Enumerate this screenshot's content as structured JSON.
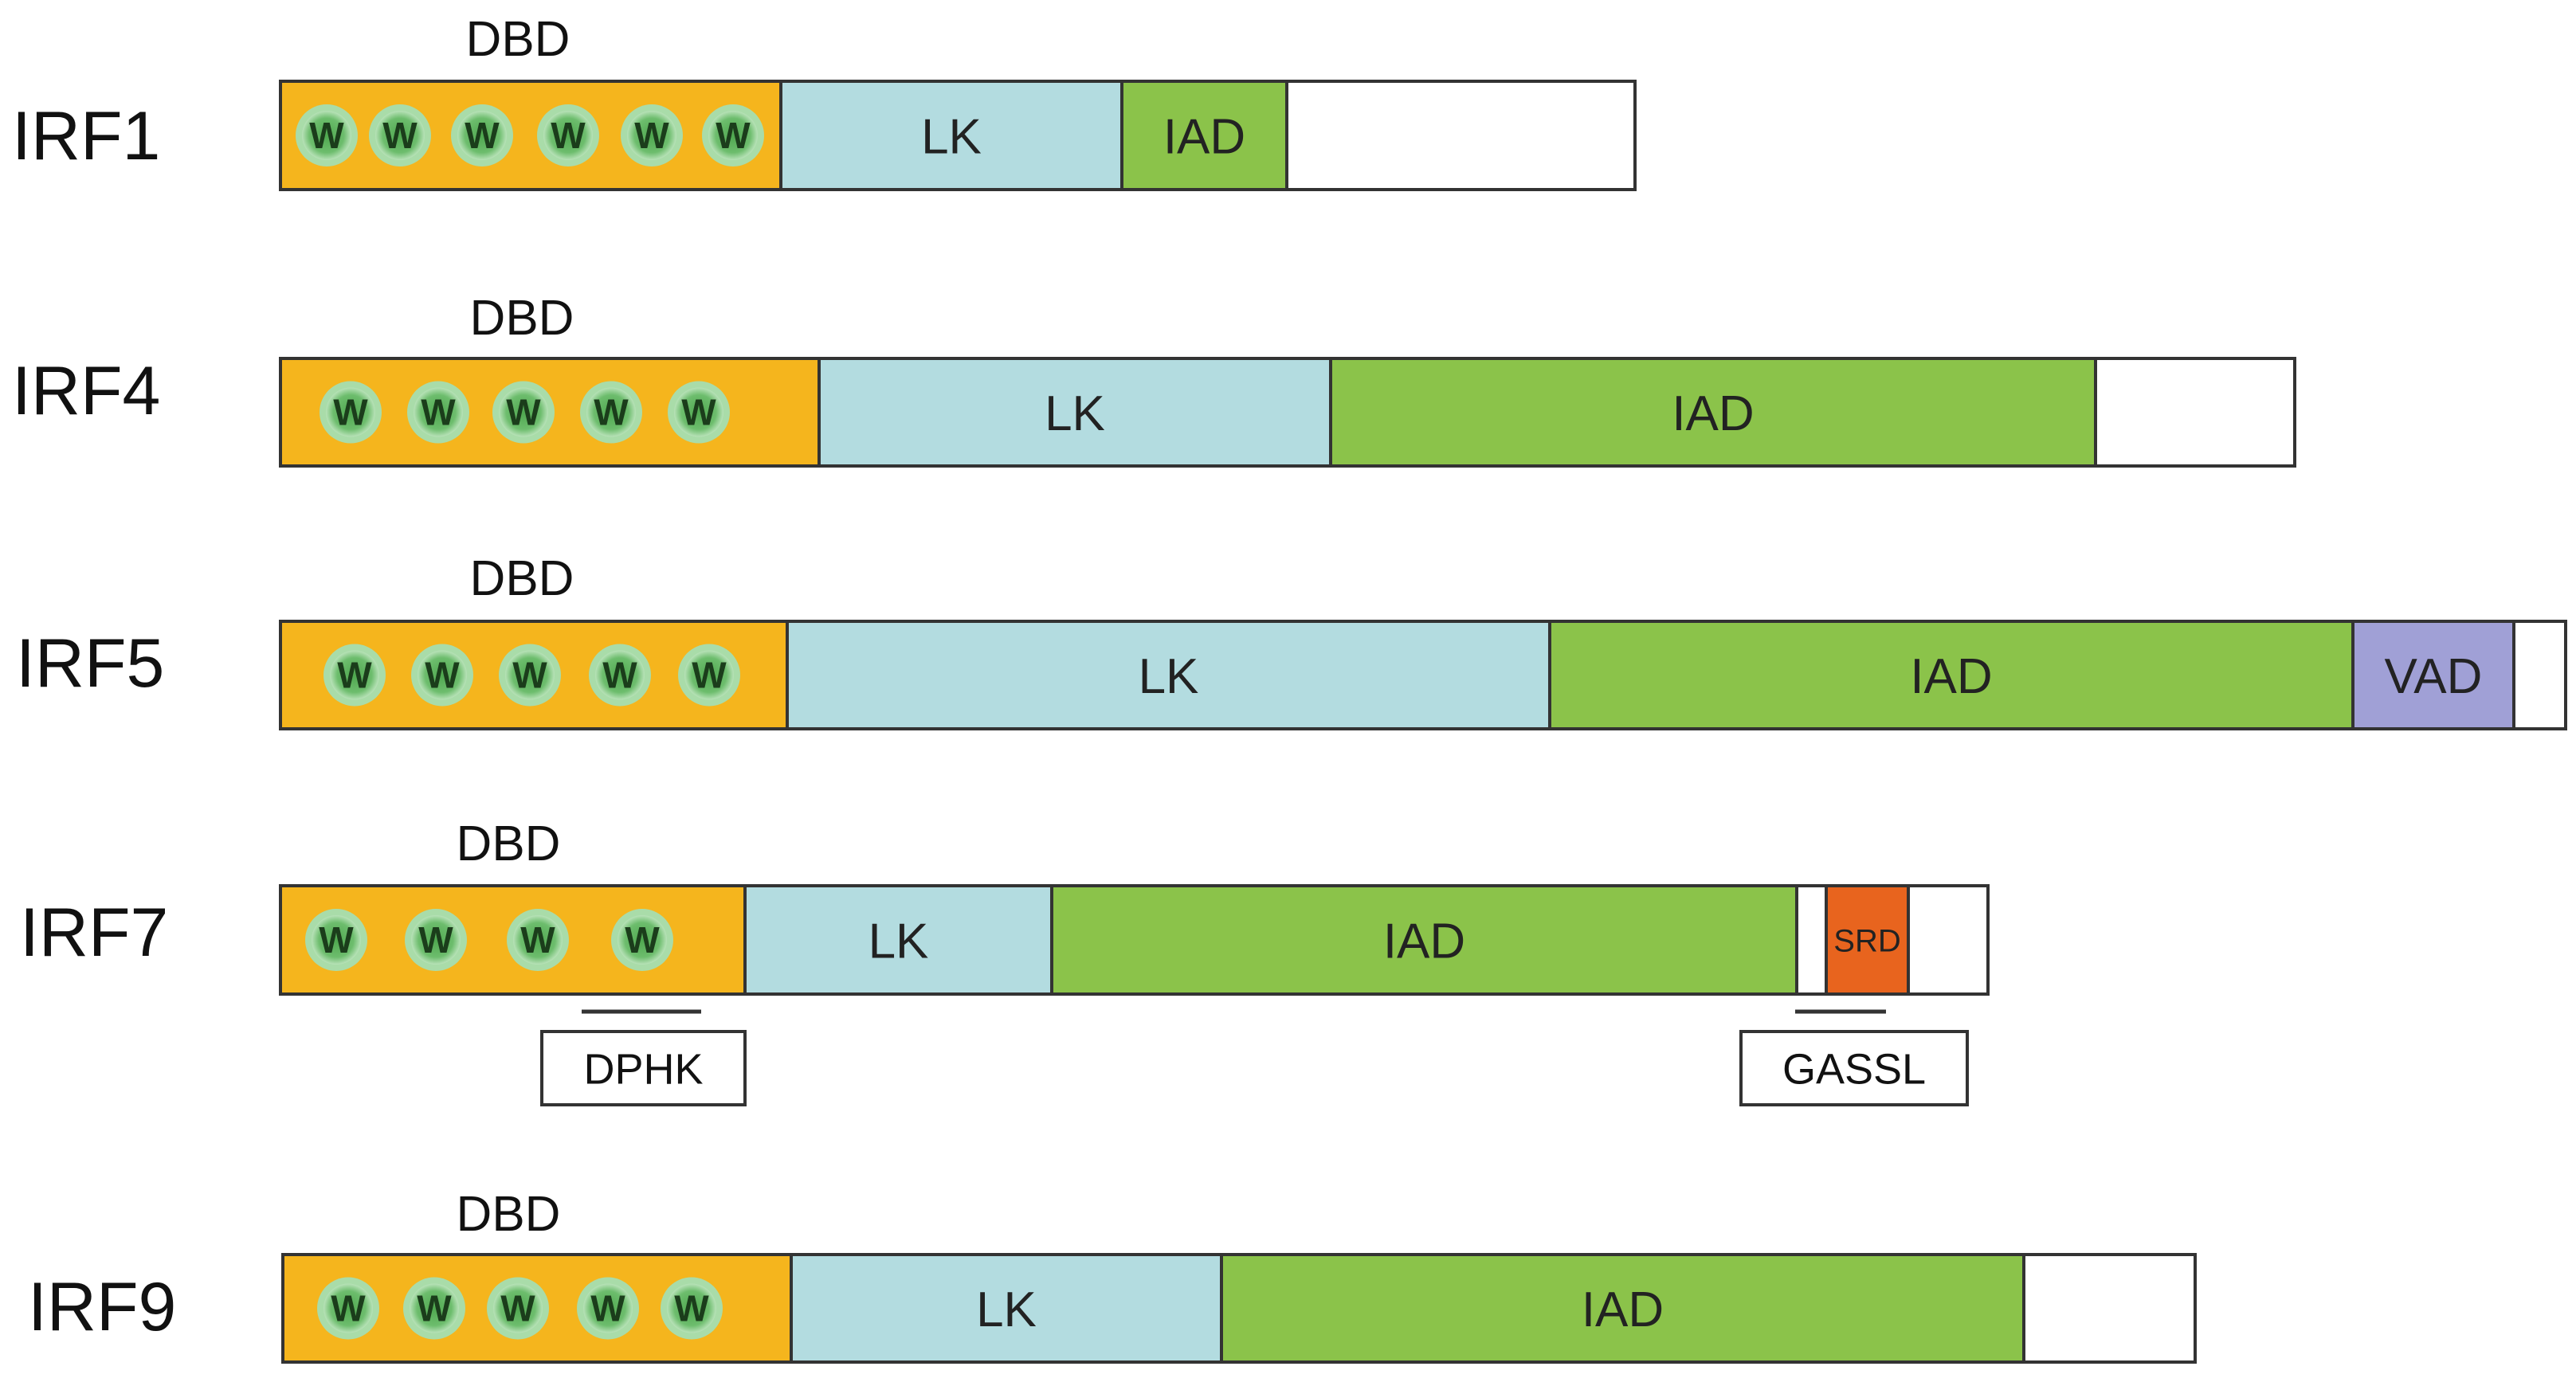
{
  "proteins": [
    {
      "name": "IRF1",
      "dbd_label": "DBD",
      "w_count": 6,
      "w_letter": "W",
      "domains": [
        {
          "type": "DBD",
          "label": ""
        },
        {
          "type": "LK",
          "label": "LK"
        },
        {
          "type": "IAD",
          "label": "IAD"
        },
        {
          "type": "tail",
          "label": ""
        }
      ]
    },
    {
      "name": "IRF4",
      "dbd_label": "DBD",
      "w_count": 5,
      "w_letter": "W",
      "domains": [
        {
          "type": "DBD",
          "label": ""
        },
        {
          "type": "LK",
          "label": "LK"
        },
        {
          "type": "IAD",
          "label": "IAD"
        },
        {
          "type": "tail",
          "label": ""
        }
      ]
    },
    {
      "name": "IRF5",
      "dbd_label": "DBD",
      "w_count": 5,
      "w_letter": "W",
      "domains": [
        {
          "type": "DBD",
          "label": ""
        },
        {
          "type": "LK",
          "label": "LK"
        },
        {
          "type": "IAD",
          "label": "IAD"
        },
        {
          "type": "VAD",
          "label": "VAD"
        },
        {
          "type": "tail",
          "label": ""
        }
      ]
    },
    {
      "name": "IRF7",
      "dbd_label": "DBD",
      "w_count": 4,
      "w_letter": "W",
      "domains": [
        {
          "type": "DBD",
          "label": ""
        },
        {
          "type": "LK",
          "label": "LK"
        },
        {
          "type": "IAD",
          "label": "IAD"
        },
        {
          "type": "gap",
          "label": ""
        },
        {
          "type": "SRD",
          "label": "SRD"
        },
        {
          "type": "tail",
          "label": ""
        }
      ],
      "motifs": [
        {
          "label": "DPHK"
        },
        {
          "label": "GASSL"
        }
      ]
    },
    {
      "name": "IRF9",
      "dbd_label": "DBD",
      "w_count": 5,
      "w_letter": "W",
      "domains": [
        {
          "type": "DBD",
          "label": ""
        },
        {
          "type": "LK",
          "label": "LK"
        },
        {
          "type": "IAD",
          "label": "IAD"
        },
        {
          "type": "tail",
          "label": ""
        }
      ]
    }
  ],
  "colors": {
    "DBD": "#f5b51d",
    "LK": "#b3dce0",
    "IAD": "#8bc34a",
    "VAD": "#a0a0d6",
    "SRD": "#e8641e",
    "tail": "#ffffff",
    "gap": "#ffffff",
    "w_ring": "#a9dca9",
    "w_core": "#62b562"
  }
}
